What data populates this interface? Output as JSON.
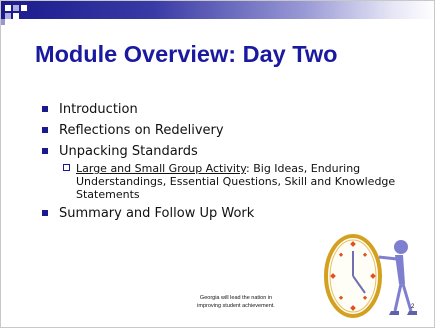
{
  "slide": {
    "title": "Module Overview: Day Two",
    "bullets": [
      {
        "text": "Introduction"
      },
      {
        "text": "Reflections on Redelivery"
      },
      {
        "text": "Unpacking Standards"
      },
      {
        "text": "Summary and Follow Up Work"
      }
    ],
    "sub_bullet": {
      "underlined": "Large and Small Group Activity",
      "rest": ": Big Ideas, Enduring Understandings, Essential Questions, Skill and Knowledge Statements"
    },
    "footer_line1": "Georgia will lead the nation in",
    "footer_line2": "improving student achievement.",
    "page_number": "2",
    "clip_art": "clock-and-figure-icon"
  },
  "colors": {
    "title": "#1a1aa0",
    "bullet_marker": "#1a1a8c",
    "clock_rim": "#d4a020",
    "clock_marks": "#e05020",
    "figure": "#7f7fd0"
  }
}
